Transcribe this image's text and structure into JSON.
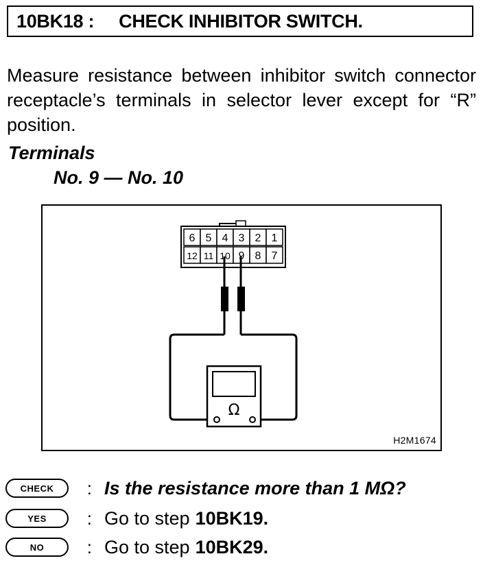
{
  "header": {
    "code": "10BK18 :",
    "title": "CHECK INHIBITOR SWITCH."
  },
  "instruction": "Measure resistance between inhibitor switch connector receptacle’s terminals in selector lever except for “R” position.",
  "terminals": {
    "title": "Terminals",
    "value": "No. 9 — No. 10"
  },
  "figure": {
    "id": "H2M1674",
    "connector_top_row": [
      "6",
      "5",
      "4",
      "3",
      "2",
      "1"
    ],
    "connector_bottom_row": [
      "12",
      "11",
      "10",
      "9",
      "8",
      "7"
    ],
    "meter_symbol": "Ω"
  },
  "check": {
    "badge": "CHECK",
    "colon": ":",
    "question": "Is the resistance more than 1 MΩ?"
  },
  "yes": {
    "badge": "YES",
    "colon": ":",
    "text": "Go to step",
    "step": "10BK19."
  },
  "no": {
    "badge": "NO",
    "colon": ":",
    "text": "Go to step",
    "step": "10BK29."
  }
}
